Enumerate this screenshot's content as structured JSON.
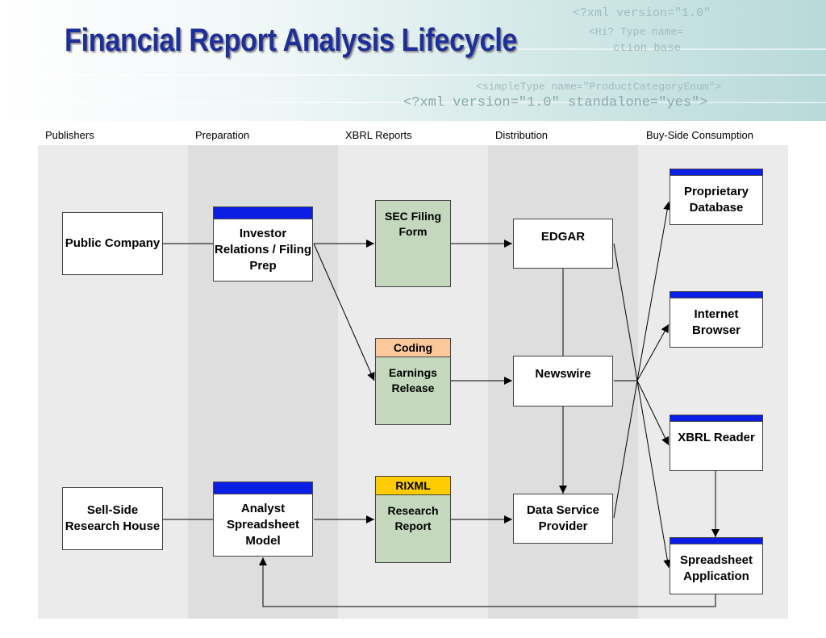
{
  "title": "Financial Report Analysis Lifecycle",
  "banner_code": {
    "line1": "<?xml version=\"1.0\"",
    "line2": "<Hi? Type name=",
    "line3": "ction base",
    "line4": "<simpleType name=\"ProductCategoryEnum\">",
    "line5": "<?xml version=\"1.0\" standalone=\"yes\">"
  },
  "columns": [
    "Publishers",
    "Preparation",
    "XBRL Reports",
    "Distribution",
    "Buy-Side Consumption"
  ],
  "nodes": {
    "public_company": "Public Company",
    "sell_side": "Sell-Side Research House",
    "investor_relations": "Investor Relations / Filing Prep",
    "analyst_model": "Analyst Spreadsheet Model",
    "sec_filing": "SEC Filing Form",
    "coding_label": "Coding",
    "earnings_release": "Earnings Release",
    "rixml_label": "RIXML",
    "research_report": "Research Report",
    "edgar": "EDGAR",
    "newswire": "Newswire",
    "data_service": "Data Service Provider",
    "proprietary_db": "Proprietary Database",
    "internet_browser": "Internet Browser",
    "xbrl_reader": "XBRL Reader",
    "spreadsheet_app": "Spreadsheet Application"
  },
  "colors": {
    "title": "#1f2f9a",
    "header_bar": "#0a1ee6",
    "report_fill": "#c3d8bc",
    "coding_tab": "#fcc89b",
    "rixml_tab": "#ffcc00",
    "lane_light": "#ebebeb",
    "lane_dark": "#dedede"
  }
}
